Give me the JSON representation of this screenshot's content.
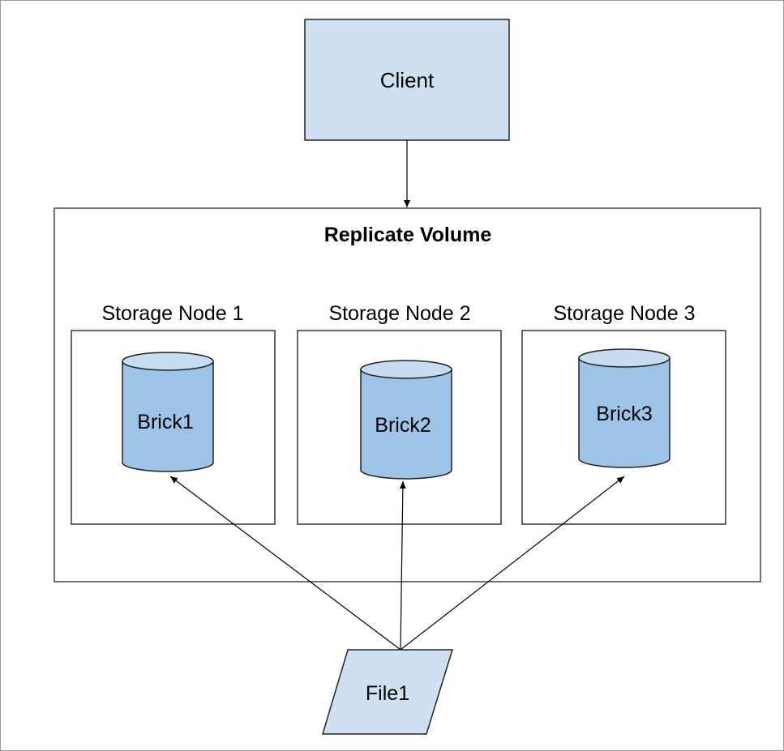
{
  "diagram": {
    "client": {
      "label": "Client"
    },
    "volume": {
      "title": "Replicate Volume"
    },
    "nodes": [
      {
        "label": "Storage Node 1",
        "brick": "Brick1"
      },
      {
        "label": "Storage Node 2",
        "brick": "Brick2"
      },
      {
        "label": "Storage Node 3",
        "brick": "Brick3"
      }
    ],
    "file": {
      "label": "File1"
    }
  },
  "colors": {
    "box_fill": "#cfe0f1",
    "brick_body": "#9dc3e6",
    "brick_top": "#c6dcf0",
    "stroke": "#000000"
  }
}
